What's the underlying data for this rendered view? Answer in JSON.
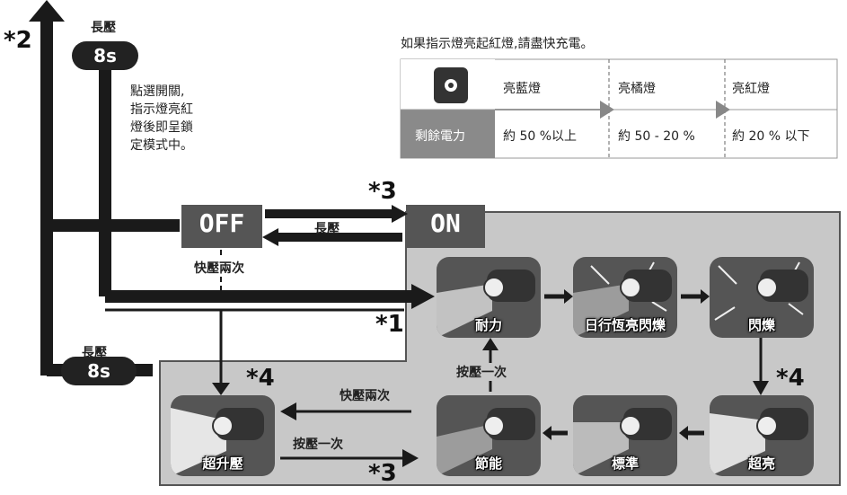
{
  "battery": {
    "note": "如果指示燈亮起紅燈,請盡快充電。",
    "remaining_label": "剩餘電力",
    "columns": [
      {
        "status": "亮藍燈",
        "range": "約 50 %以上"
      },
      {
        "status": "亮橘燈",
        "range": "約 50 - 20 %"
      },
      {
        "status": "亮紅燈",
        "range": "約 20 % 以下"
      }
    ]
  },
  "top_left": {
    "star": "*2",
    "press_label": "長壓",
    "duration": "8s"
  },
  "lock_note": [
    "點選開關,",
    "指示燈亮紅",
    "燈後即呈鎖",
    "定模式中。"
  ],
  "states": {
    "off": "OFF",
    "on": "ON"
  },
  "transitions": {
    "off_on_star": "*3",
    "on_off_label": "長壓",
    "double_tap": "快壓兩次",
    "star1": "*1",
    "long_press_label": "長壓",
    "long_press_duration": "8s",
    "star4_left": "*4",
    "star4_right": "*4",
    "double_tap_inner": "快壓兩次",
    "single_press_bottom": "按壓一次",
    "star3_bottom": "*3",
    "single_press_mid": "按壓一次"
  },
  "modes": {
    "endurance": "耐力",
    "day_flash": "日行恆亮閃爍",
    "flash": "閃爍",
    "super_bright": "超亮",
    "standard": "標準",
    "eco": "節能",
    "boost": "超升壓"
  },
  "colors": {
    "panel": "#c8c8c8",
    "dark": "#222222",
    "arrow": "#1a1a1a",
    "card": "#5a5a5a"
  }
}
